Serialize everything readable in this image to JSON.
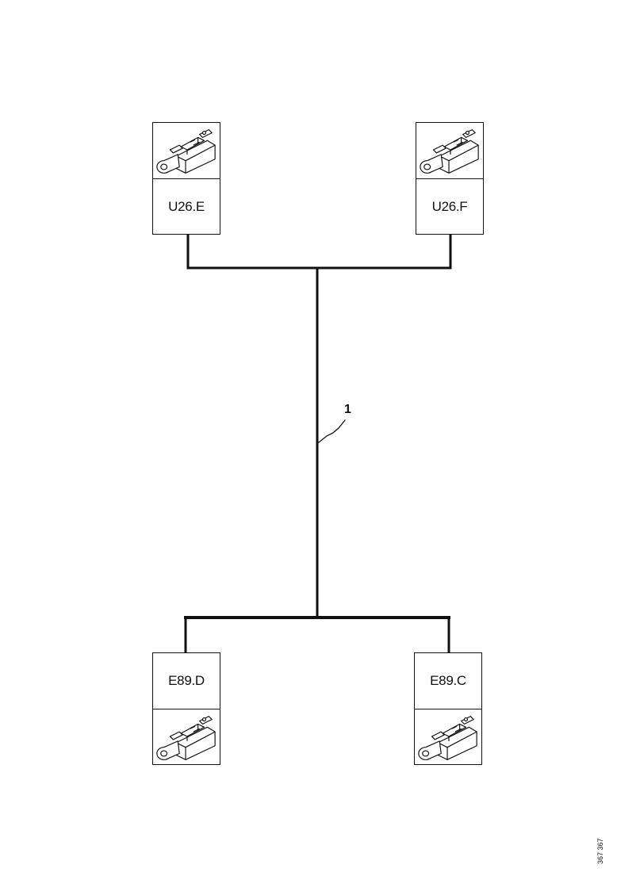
{
  "connectors": {
    "u26e": {
      "label": "U26.E",
      "icon": "connector-plug-icon"
    },
    "u26f": {
      "label": "U26.F",
      "icon": "connector-plug-icon"
    },
    "e89d": {
      "label": "E89.D",
      "icon": "connector-plug-icon"
    },
    "e89c": {
      "label": "E89.C",
      "icon": "connector-plug-icon"
    }
  },
  "callout": {
    "label": "1"
  },
  "figure_number": "367 367",
  "colors": {
    "line": "#111111",
    "background": "#ffffff"
  }
}
